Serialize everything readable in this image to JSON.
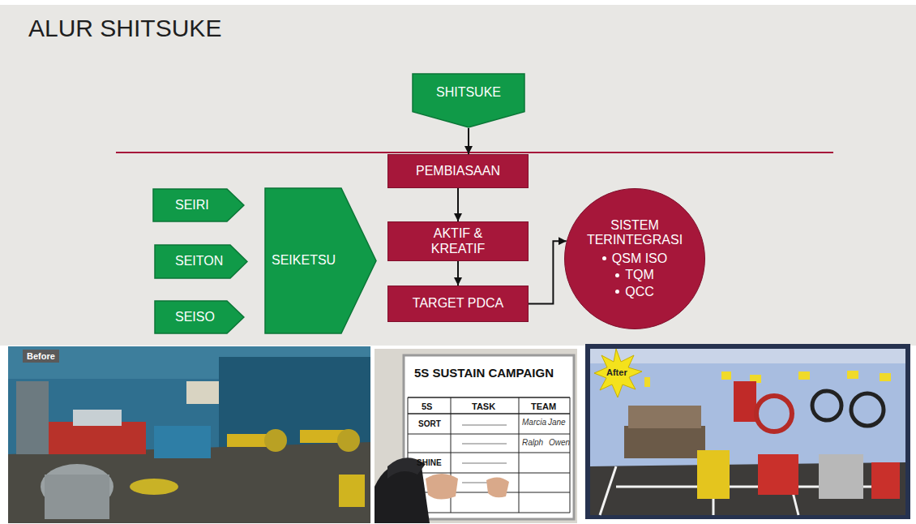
{
  "diagram": {
    "title": "ALUR SHITSUKE",
    "nodes": [
      {
        "text": [
          "SHITSUKE"
        ]
      },
      {
        "text": [
          "PEMBIASAAN"
        ]
      },
      {
        "text": [
          "AKTIF & KREATIF"
        ]
      },
      {
        "text": [
          "TARGET PDCA"
        ]
      },
      {
        "text": [
          "SISTEM TERINTEGRASI",
          "QSM ISO",
          "TQM",
          "QCC"
        ]
      },
      {
        "text": [
          "SEIRI"
        ]
      },
      {
        "text": [
          "SEITON"
        ]
      },
      {
        "text": [
          "SEISO"
        ]
      },
      {
        "text": [
          "SEIKETSU"
        ]
      }
    ],
    "edges": [
      {
        "from": 0,
        "to": 1,
        "arrow": "to"
      },
      {
        "from": 1,
        "to": 2,
        "arrow": "to"
      },
      {
        "from": 2,
        "to": 3,
        "arrow": "to"
      },
      {
        "from": 3,
        "to": 4,
        "arrow": "to"
      }
    ],
    "labels": [
      "Before",
      "5S SUSTAIN CAMPAIGN",
      "5S",
      "TASK",
      "TEAM",
      "SORT",
      "SHINE",
      "Marcia",
      "Jane",
      "Ralph",
      "Owen",
      "After"
    ]
  }
}
